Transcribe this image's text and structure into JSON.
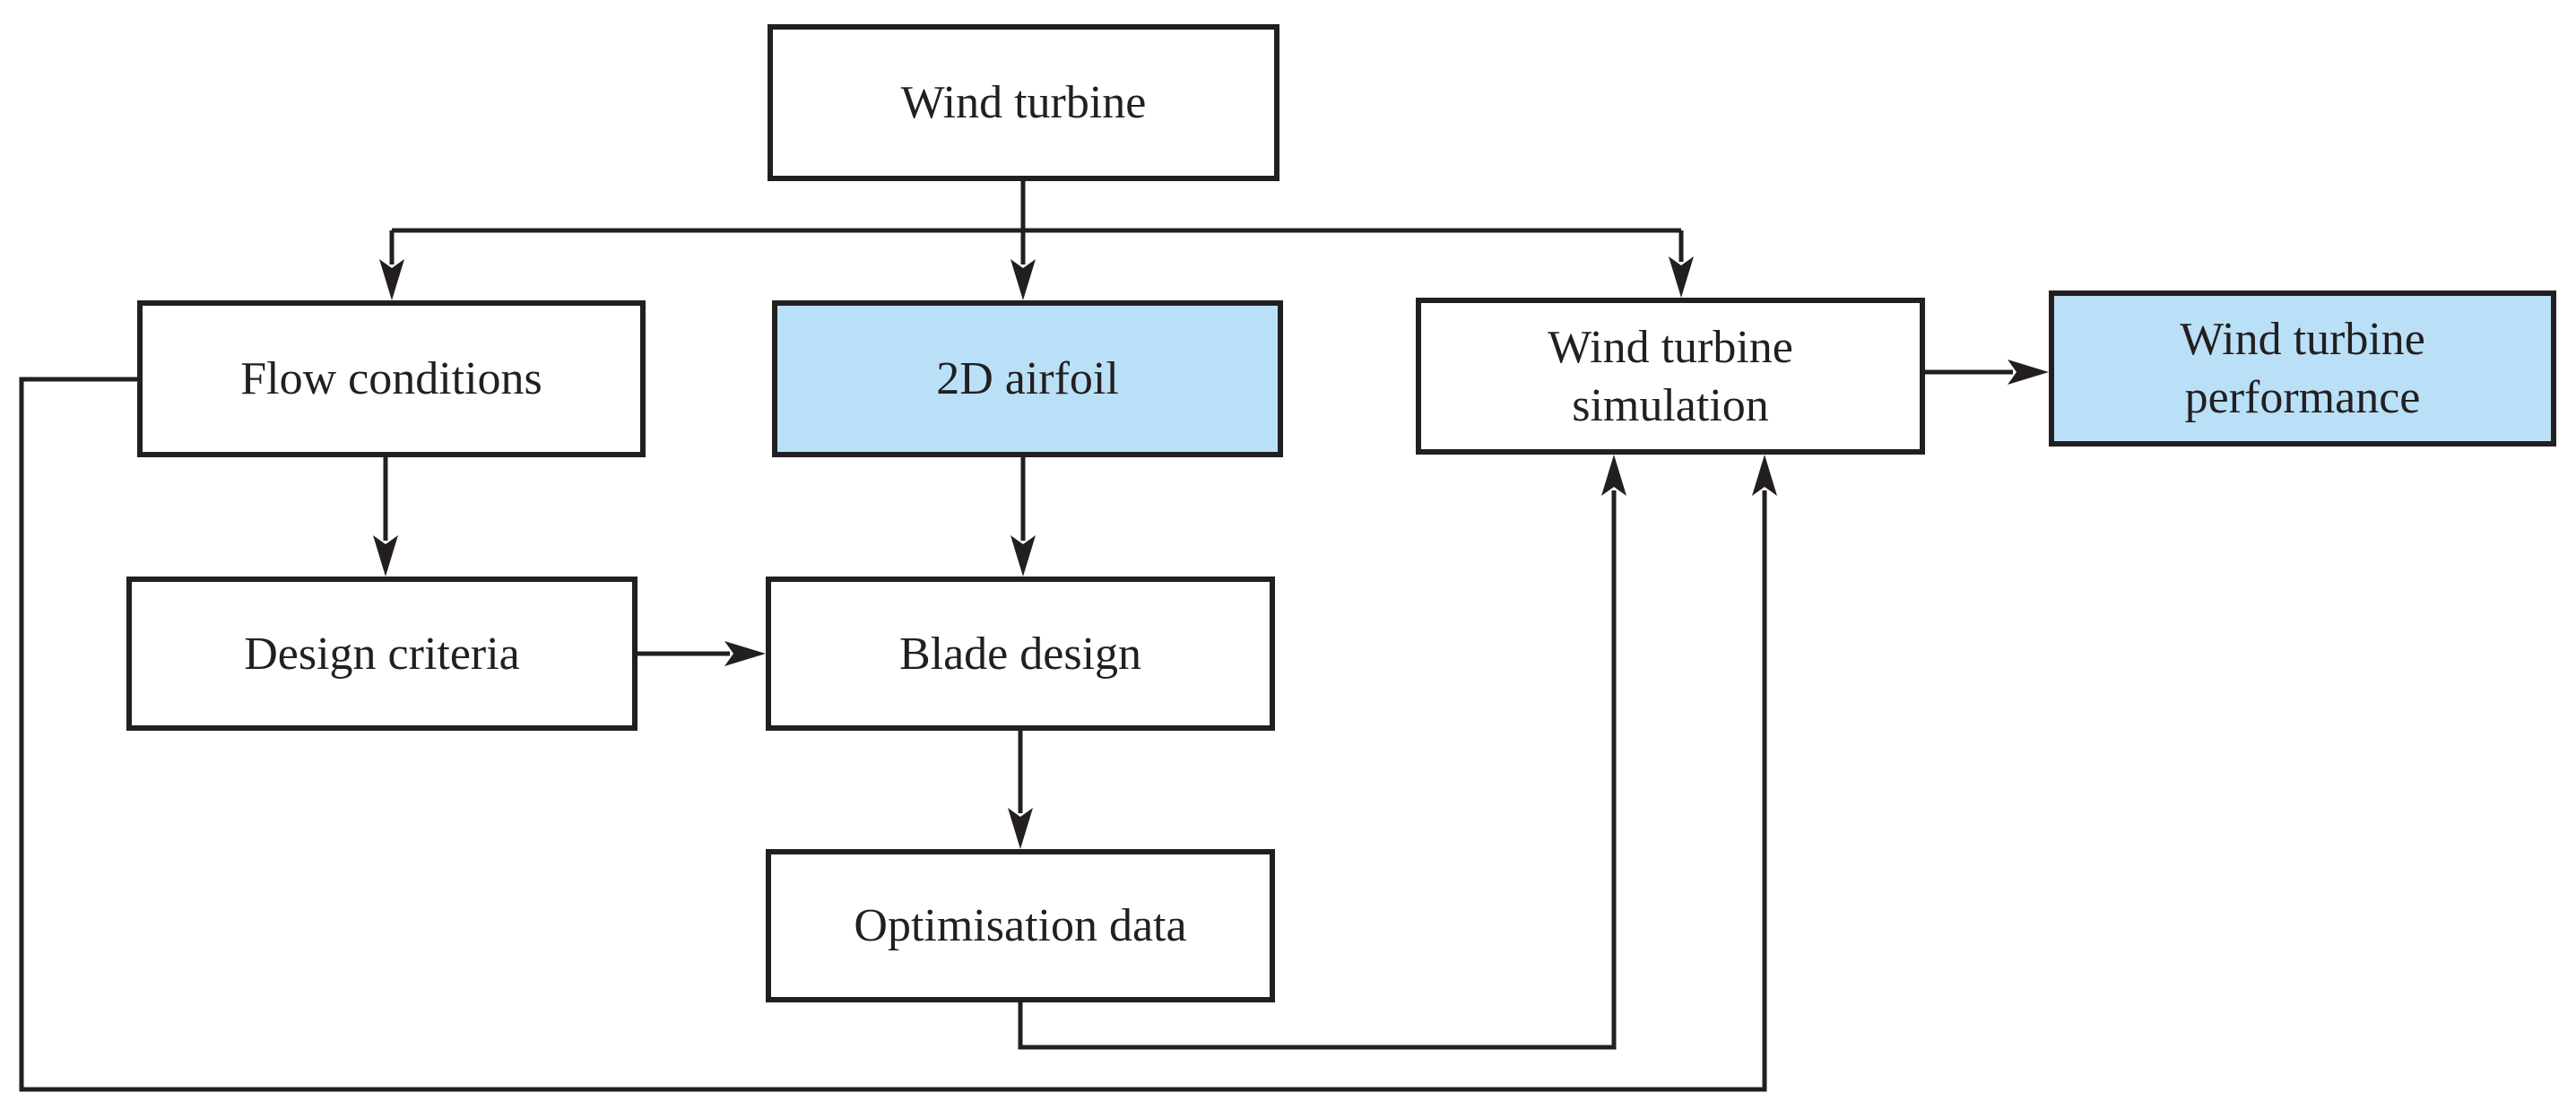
{
  "colors": {
    "line": "#231f20",
    "plain_node_fill": "#ffffff",
    "highlight_node_fill": "#b9e0f7"
  },
  "nodes": {
    "wind_turbine": {
      "label": "Wind turbine",
      "highlighted": false
    },
    "flow_conditions": {
      "label": "Flow conditions",
      "highlighted": false
    },
    "airfoil_2d": {
      "label": "2D airfoil",
      "highlighted": true
    },
    "wind_turbine_simulation": {
      "label": "Wind turbine\nsimulation",
      "highlighted": false
    },
    "wind_turbine_performance": {
      "label": "Wind turbine\nperformance",
      "highlighted": true
    },
    "design_criteria": {
      "label": "Design criteria",
      "highlighted": false
    },
    "blade_design": {
      "label": "Blade design",
      "highlighted": false
    },
    "optimisation_data": {
      "label": "Optimisation data",
      "highlighted": false
    }
  },
  "edges": [
    {
      "from": "Wind turbine",
      "to": "Flow conditions"
    },
    {
      "from": "Wind turbine",
      "to": "2D airfoil"
    },
    {
      "from": "Wind turbine",
      "to": "Wind turbine simulation"
    },
    {
      "from": "Flow conditions",
      "to": "Design criteria"
    },
    {
      "from": "Design criteria",
      "to": "Blade design"
    },
    {
      "from": "2D airfoil",
      "to": "Blade design"
    },
    {
      "from": "Blade design",
      "to": "Optimisation data"
    },
    {
      "from": "Optimisation data",
      "to": "Wind turbine simulation"
    },
    {
      "from": "Flow conditions",
      "to": "Wind turbine simulation"
    },
    {
      "from": "Wind turbine simulation",
      "to": "Wind turbine performance"
    }
  ]
}
